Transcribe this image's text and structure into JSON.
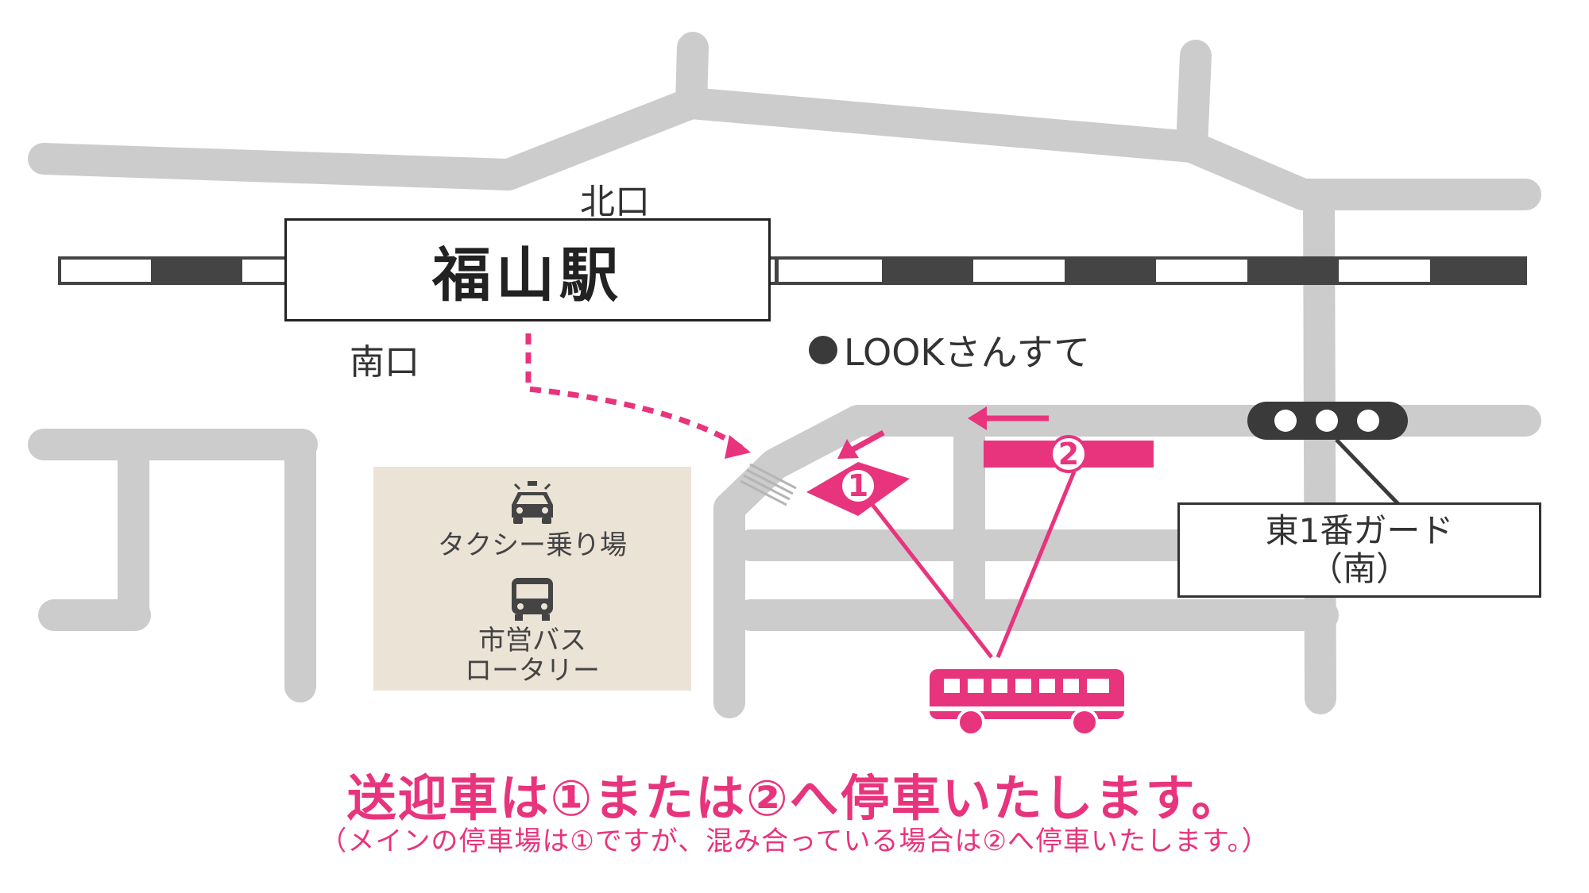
{
  "station": {
    "name": "福山駅",
    "north_exit": "北口",
    "south_exit": "南口"
  },
  "landmark": {
    "label": "LOOKさんすて"
  },
  "facilities": {
    "taxi_label": "タクシー乗り場",
    "bus_label_line1": "市営バス",
    "bus_label_line2": "ロータリー"
  },
  "overpass": {
    "line1": "東1番ガード",
    "line2": "（南）"
  },
  "stops": {
    "stop1": "1",
    "stop2": "2"
  },
  "caption": {
    "main": "送迎車は①または②へ停車いたします。",
    "sub": "（メインの停車場は①ですが、混み合っている場合は②へ停車いたします。）"
  },
  "colors": {
    "road": "#cccccc",
    "rail_dark": "#444444",
    "accent": "#e8347d",
    "panel": "#ebe3d6"
  },
  "icons": [
    "taxi-icon",
    "bus-icon",
    "shuttle-bus-icon",
    "traffic-light-icon",
    "arrow-left-icon"
  ]
}
